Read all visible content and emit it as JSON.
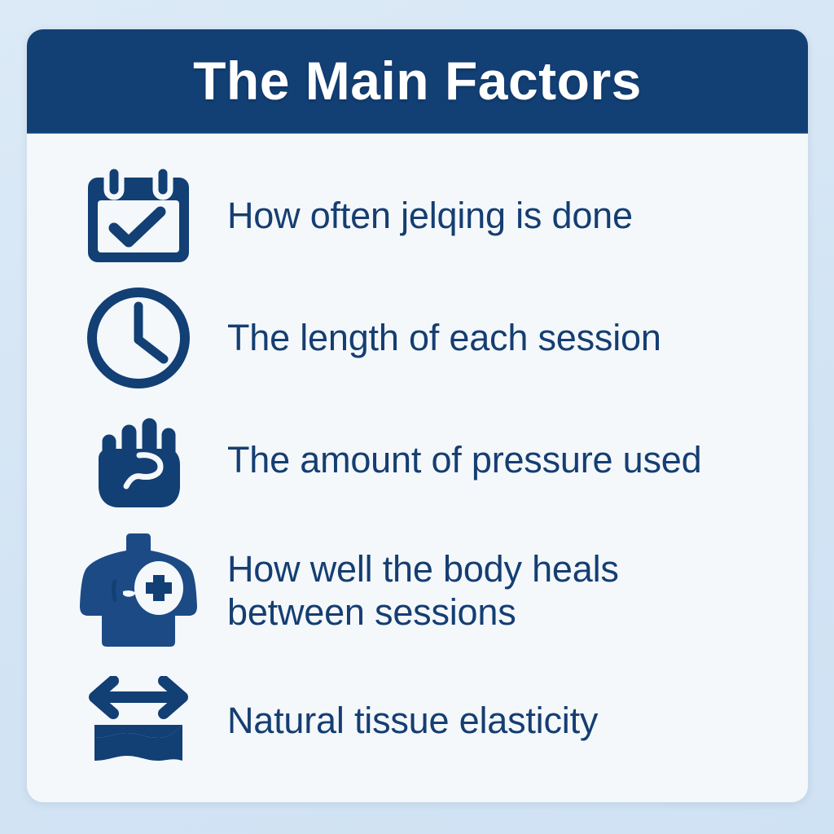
{
  "poster": {
    "background_color": "#d5e6f5",
    "card_background_color": "#f4f8fb",
    "accent_color": "#123f74",
    "text_color": "#153e72"
  },
  "header": {
    "title": "The Main Factors"
  },
  "factors": [
    {
      "icon": "calendar-check-icon",
      "label_line1": "How often jelqing is done",
      "label_line2": ""
    },
    {
      "icon": "clock-icon",
      "label_line1": "The length of each session",
      "label_line2": ""
    },
    {
      "icon": "fist-icon",
      "label_line1": "The amount of pressure used",
      "label_line2": ""
    },
    {
      "icon": "torso-medical-cross-icon",
      "label_line1": "How well the body heals",
      "label_line2": "between sessions"
    },
    {
      "icon": "stretch-arrow-elastic-icon",
      "label_line1": "Natural tissue elasticity",
      "label_line2": ""
    }
  ]
}
